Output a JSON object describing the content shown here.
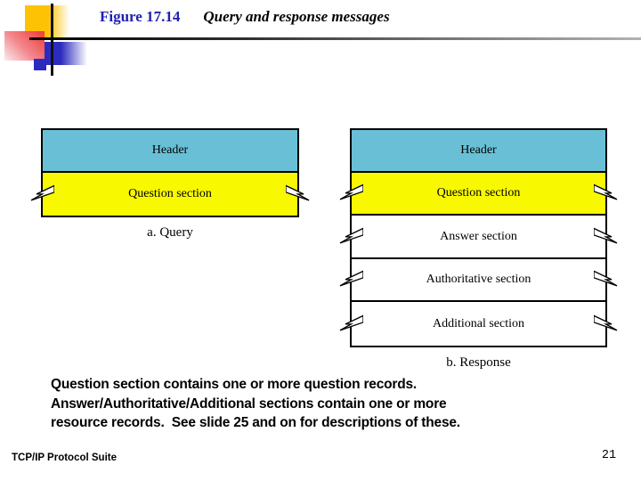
{
  "title": {
    "figure_label": "Figure 17.14",
    "figure_title": "Query and response messages"
  },
  "diagrams": {
    "query": {
      "caption": "a. Query",
      "sections": [
        {
          "label": "Header",
          "fill": "#69c0d6",
          "torn": false
        },
        {
          "label": "Question section",
          "fill": "#f8f800",
          "torn": true
        }
      ]
    },
    "response": {
      "caption": "b. Response",
      "sections": [
        {
          "label": "Header",
          "fill": "#69c0d6",
          "torn": false
        },
        {
          "label": "Question section",
          "fill": "#f8f800",
          "torn": true
        },
        {
          "label": "Answer section",
          "fill": "#ffffff",
          "torn": true
        },
        {
          "label": "Authoritative section",
          "fill": "#ffffff",
          "torn": true
        },
        {
          "label": "Additional section",
          "fill": "#ffffff",
          "torn": true
        }
      ]
    }
  },
  "note_lines": [
    "Question section contains one or more question records.",
    "Answer/Authoritative/Additional sections contain one or more",
    "resource records.  See slide 25 and on for descriptions of these."
  ],
  "footer": {
    "left": "TCP/IP Protocol Suite",
    "page_number": "21"
  },
  "colors": {
    "header_fill": "#69c0d6",
    "question_fill": "#f8f800",
    "figure_label_blue": "#2020b2"
  }
}
